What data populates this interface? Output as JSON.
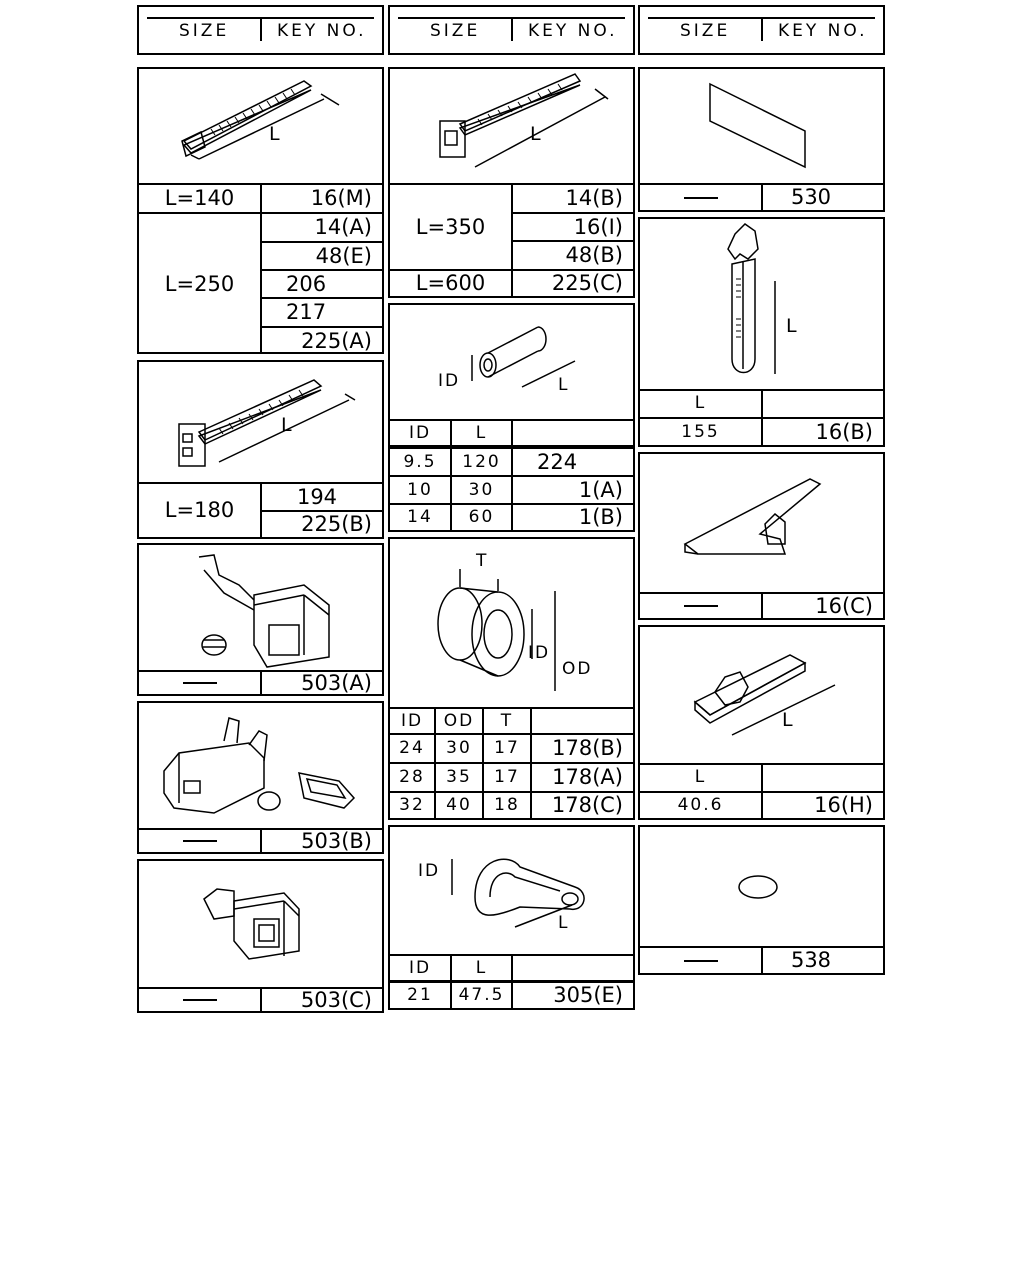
{
  "headers": {
    "size": "SIZE",
    "key": "KEY NO."
  },
  "dash": "—",
  "col1": {
    "tie140": {
      "dim": "L",
      "size": "L=140",
      "key": "16(M)"
    },
    "tie250": {
      "size": "L=250",
      "keys": [
        "14(A)",
        "48(E)",
        "206",
        "217",
        "225(A)"
      ]
    },
    "tie180": {
      "dim": "L",
      "size": "L=180",
      "keys": [
        "194",
        "225(B)"
      ]
    },
    "conn_a": {
      "key": "503(A)"
    },
    "conn_b": {
      "key": "503(B)"
    },
    "conn_c": {
      "key": "503(C)"
    }
  },
  "col2": {
    "tie350": {
      "dim": "L",
      "size350": "L=350",
      "keys350": [
        "14(B)",
        "16(I)",
        "48(B)"
      ],
      "size600": "L=600",
      "key600": "225(C)"
    },
    "tube": {
      "dim_id": "ID",
      "dim_l": "L",
      "headers": [
        "ID",
        "L",
        ""
      ],
      "rows": [
        [
          "9.5",
          "120",
          "224"
        ],
        [
          "10",
          "30",
          "1(A)"
        ],
        [
          "14",
          "60",
          "1(B)"
        ]
      ]
    },
    "grommet": {
      "dim_t": "T",
      "dim_id": "ID",
      "dim_od": "OD",
      "headers": [
        "ID",
        "OD",
        "T",
        ""
      ],
      "rows": [
        [
          "24",
          "30",
          "17",
          "178(B)"
        ],
        [
          "28",
          "35",
          "17",
          "178(A)"
        ],
        [
          "32",
          "40",
          "18",
          "178(C)"
        ]
      ]
    },
    "clamp": {
      "dim_id": "ID",
      "dim_l": "L",
      "headers": [
        "ID",
        "L",
        ""
      ],
      "rows": [
        [
          "21",
          "47.5",
          "305(E)"
        ]
      ]
    }
  },
  "col3": {
    "tape": {
      "key": "530"
    },
    "clip_long": {
      "dim": "L",
      "headers": [
        "L",
        ""
      ],
      "row": [
        "155",
        "16(B)"
      ]
    },
    "clip_c": {
      "key": "16(C)"
    },
    "clip_h": {
      "dim": "L",
      "headers": [
        "L",
        ""
      ],
      "row": [
        "40.6",
        "16(H)"
      ]
    },
    "plug": {
      "key": "538"
    }
  }
}
